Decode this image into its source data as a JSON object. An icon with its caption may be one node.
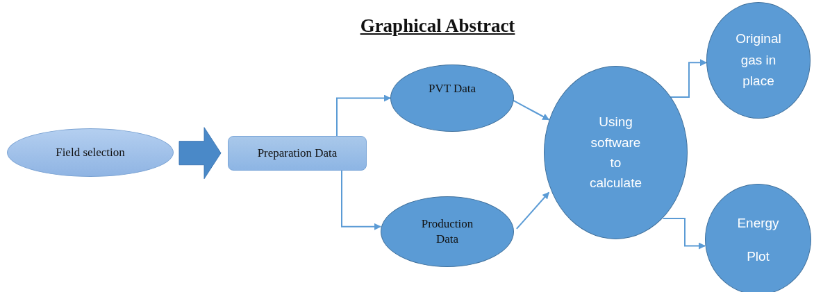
{
  "diagram": {
    "title": "Graphical Abstract",
    "nodes": [
      {
        "text": [
          "Field selection"
        ]
      },
      {
        "text": [
          "Preparation Data"
        ]
      },
      {
        "text": [
          "PVT Data"
        ]
      },
      {
        "text": [
          "Production Data"
        ]
      },
      {
        "text": [
          "Using software to calculate"
        ]
      },
      {
        "text": [
          "Original gas in place"
        ]
      },
      {
        "text": [
          "Energy Plot"
        ]
      }
    ],
    "edges": [
      {
        "from": 0,
        "to": 1,
        "arrow": "to",
        "style": "thick"
      },
      {
        "from": 1,
        "to": 2,
        "arrow": "to"
      },
      {
        "from": 1,
        "to": 3,
        "arrow": "to"
      },
      {
        "from": 2,
        "to": 4,
        "arrow": "to"
      },
      {
        "from": 3,
        "to": 4,
        "arrow": "to"
      },
      {
        "from": 4,
        "to": 5,
        "arrow": "to"
      },
      {
        "from": 4,
        "to": 6,
        "arrow": "to"
      }
    ]
  }
}
